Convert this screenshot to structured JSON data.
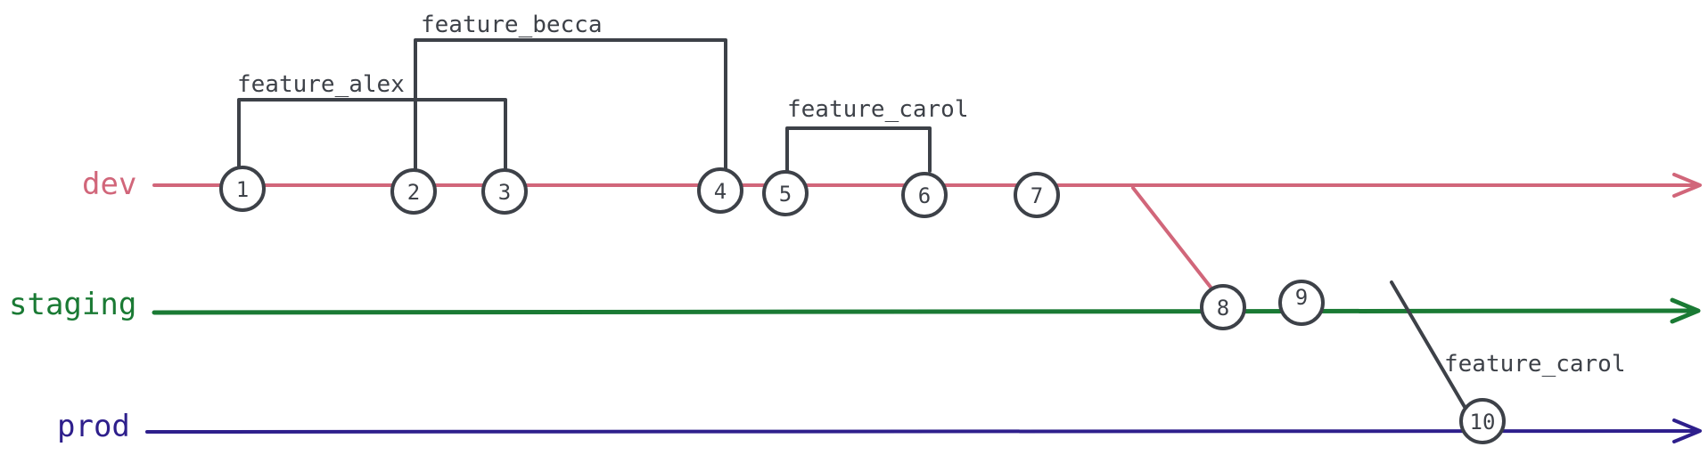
{
  "branches": {
    "dev": {
      "label": "dev",
      "color": "#d1667a"
    },
    "staging": {
      "label": "staging",
      "color": "#1a7a34"
    },
    "prod": {
      "label": "prod",
      "color": "#2e1f8c"
    }
  },
  "line_color": "#3d4148",
  "features": {
    "alex": "feature_alex",
    "becca": "feature_becca",
    "carol_dev": "feature_carol",
    "carol_prod": "feature_carol"
  },
  "commits": [
    "1",
    "2",
    "3",
    "4",
    "5",
    "6",
    "7",
    "8",
    "9",
    "10"
  ]
}
